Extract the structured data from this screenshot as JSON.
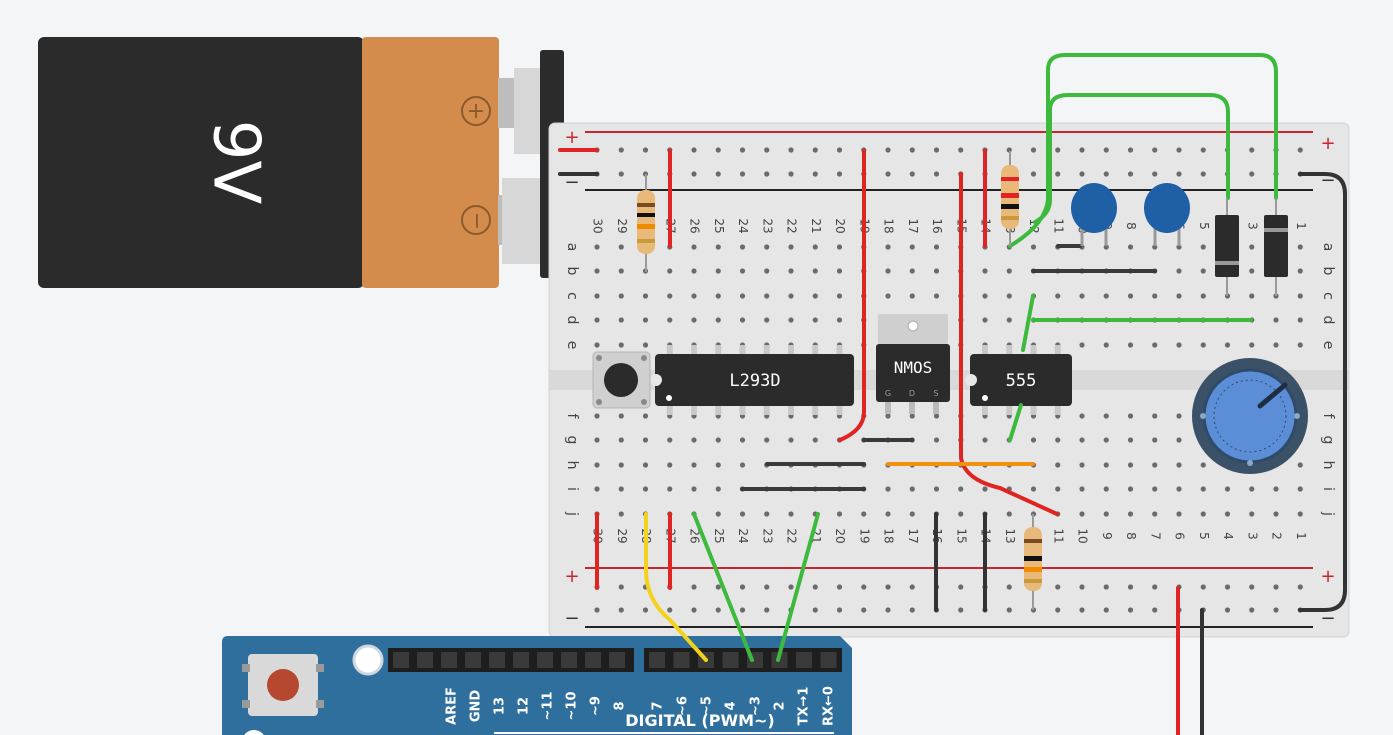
{
  "battery": {
    "label": "9V",
    "plus_symbol": "+",
    "minus_symbol": "−",
    "body_color": "#2b2b2b",
    "band_color": "#d48c4c"
  },
  "breadboard": {
    "rail_plus": "+",
    "rail_minus": "−",
    "column_numbers": [
      "30",
      "29",
      "28",
      "27",
      "26",
      "25",
      "24",
      "23",
      "22",
      "21",
      "20",
      "19",
      "18",
      "17",
      "16",
      "15",
      "14",
      "13",
      "12",
      "11",
      "10",
      "9",
      "8",
      "7",
      "6",
      "5",
      "4",
      "3",
      "2",
      "1"
    ],
    "row_letters_top": [
      "a",
      "b",
      "c",
      "d",
      "e"
    ],
    "row_letters_bottom": [
      "f",
      "g",
      "h",
      "i",
      "j"
    ],
    "plus_rail_color": "#c6262e",
    "minus_rail_color": "#222222"
  },
  "components": {
    "driver_chip": "L293D",
    "mosfet": "NMOS",
    "mosfet_pins": [
      "G",
      "D",
      "S"
    ],
    "timer_chip": "555",
    "resistors": [
      "resistor-left",
      "resistor-top-right",
      "resistor-bottom"
    ],
    "capacitors": [
      "ceramic-capacitor-1",
      "ceramic-capacitor-2"
    ],
    "diodes": [
      "diode-1",
      "diode-2"
    ],
    "potentiometer": "potentiometer",
    "pushbutton": "pushbutton"
  },
  "arduino": {
    "board_color": "#2e6f9e",
    "header_title": "DIGITAL (PWM~)",
    "pins": [
      "AREF",
      "GND",
      "13",
      "12",
      "~11",
      "~10",
      "~9",
      "8",
      "7",
      "~6",
      "~5",
      "4",
      "~3",
      "2",
      "TX→1",
      "RX←0"
    ]
  },
  "wire_colors": {
    "red": "#e02424",
    "black": "#333333",
    "green": "#3dba3d",
    "yellow": "#f2d21b",
    "orange": "#f0920f",
    "dark_jumper": "#3a3a3a"
  }
}
